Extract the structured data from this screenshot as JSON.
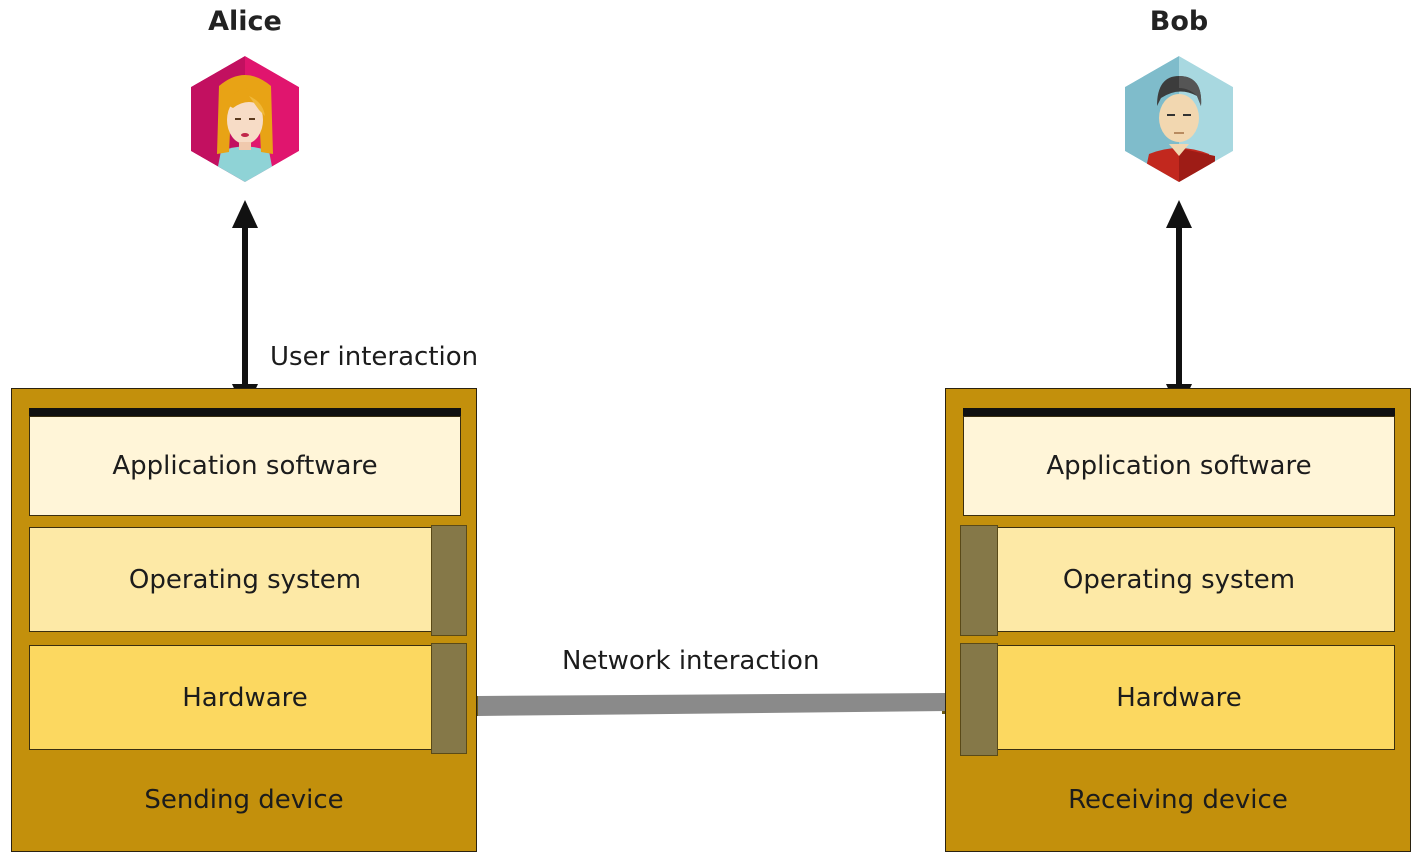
{
  "alice": {
    "name": "Alice"
  },
  "bob": {
    "name": "Bob"
  },
  "user_interaction_label": "User interaction",
  "network_interaction_label": "Network interaction",
  "sending_device": {
    "layers": {
      "app": "Application software",
      "os": "Operating system",
      "hw": "Hardware"
    },
    "label": "Sending device"
  },
  "receiving_device": {
    "layers": {
      "app": "Application software",
      "os": "Operating system",
      "hw": "Hardware"
    },
    "label": "Receiving device"
  },
  "colors": {
    "device_frame": "#c3900c",
    "app_layer": "#fff5d8",
    "os_layer": "#fde9a6",
    "hw_layer": "#fcd860",
    "network_link": "#8a8a8a",
    "alice_bg": "#e0156e",
    "bob_bg": "#8fcbd6"
  },
  "icons": {
    "alice": "alice-avatar-icon",
    "bob": "bob-avatar-icon"
  }
}
